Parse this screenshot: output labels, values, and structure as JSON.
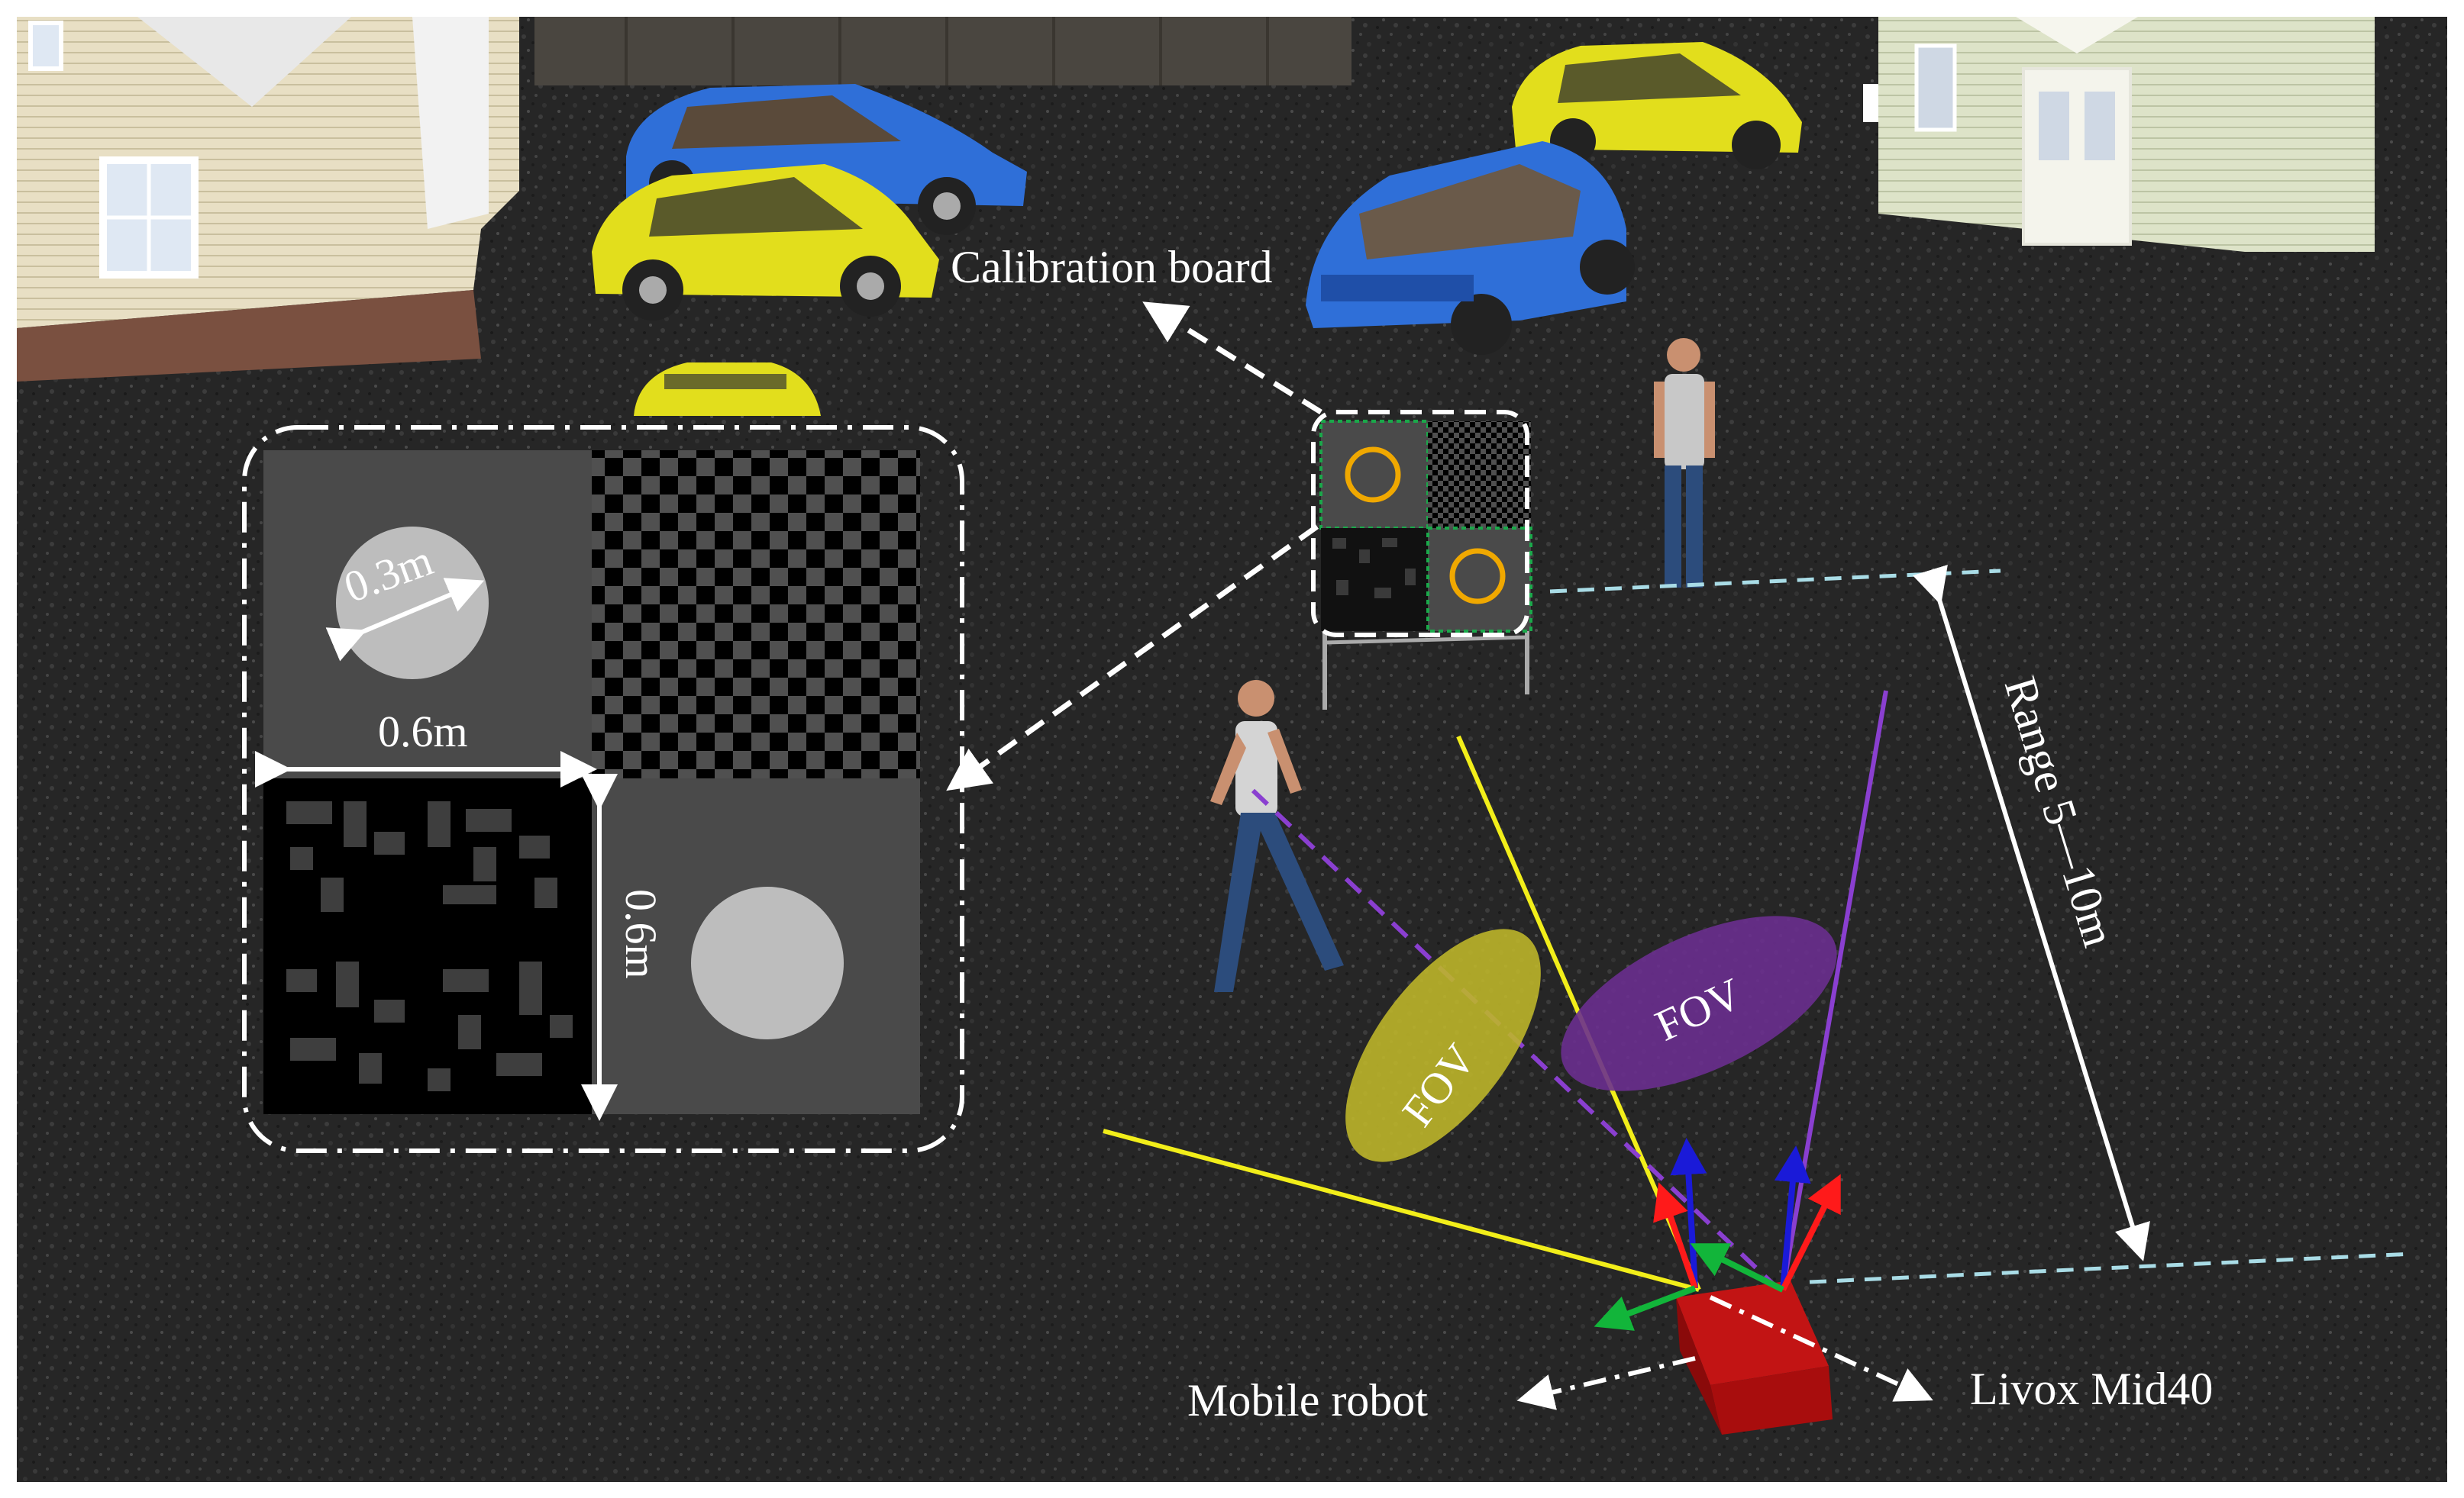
{
  "labels": {
    "calibration_board": "Calibration board",
    "dim_diameter": "0.3m",
    "dim_width": "0.6m",
    "dim_height": "0.6m",
    "range": "Range 5—10m",
    "fov_yellow": "FOV",
    "fov_purple": "FOV",
    "mobile_robot": "Mobile robot",
    "lidar": "Livox Mid40"
  },
  "colors": {
    "ground": "#2a2a2a",
    "board_gray": "#4a4a4a",
    "circle_gray": "#bdbdbd",
    "fov_yellow": "#bdb52a",
    "fov_purple": "#6a2f8f",
    "robot_red": "#a80d0d",
    "ray_yellow": "#f2ee1a",
    "ray_purple": "#8a3fd0",
    "range_dash": "#a9dce6",
    "car_blue": "#2f6fd8",
    "car_yellow": "#e2de1c",
    "ring_orange": "#f0a800"
  }
}
